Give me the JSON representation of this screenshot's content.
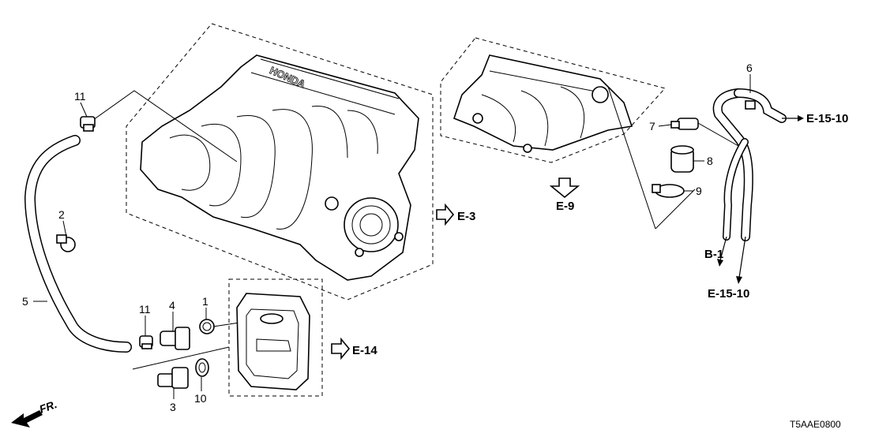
{
  "labels": {
    "p1": "1",
    "p2": "2",
    "p3": "3",
    "p4": "4",
    "p5": "5",
    "p6": "6",
    "p7": "7",
    "p8": "8",
    "p9": "9",
    "p10": "10",
    "p11a": "11",
    "p11b": "11"
  },
  "refs": {
    "e3": "E-3",
    "e9": "E-9",
    "e14": "E-14",
    "e15a": "E-15-10",
    "e15b": "E-15-10",
    "b1": "B-1"
  },
  "brand_mark": "HONDA",
  "front_marker": "FR.",
  "diagram_code": "T5AAE0800"
}
